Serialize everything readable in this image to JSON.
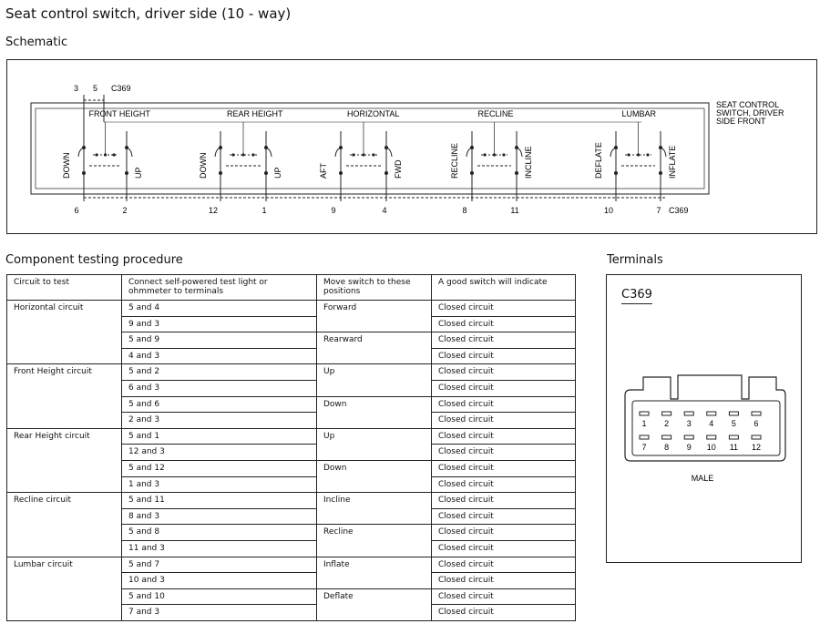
{
  "title": "Seat control switch, driver side (10 - way)",
  "schematic": {
    "heading": "Schematic",
    "connector_label": "C369",
    "top_pins": [
      "3",
      "5"
    ],
    "side_label": [
      "SEAT CONTROL",
      "SWITCH, DRIVER",
      "SIDE FRONT"
    ],
    "groups": [
      {
        "name": "FRONT HEIGHT",
        "left": "DOWN",
        "right": "UP",
        "pins": [
          "6",
          "2"
        ]
      },
      {
        "name": "REAR HEIGHT",
        "left": "DOWN",
        "right": "UP",
        "pins": [
          "12",
          "1"
        ]
      },
      {
        "name": "HORIZONTAL",
        "left": "AFT",
        "right": "FWD",
        "pins": [
          "9",
          "4"
        ]
      },
      {
        "name": "RECLINE",
        "left": "RECLINE",
        "right": "INCLINE",
        "pins": [
          "8",
          "11"
        ]
      },
      {
        "name": "LUMBAR",
        "left": "DEFLATE",
        "right": "INFLATE",
        "pins": [
          "10",
          "7"
        ]
      }
    ]
  },
  "procedure": {
    "heading": "Component testing procedure",
    "headers": [
      "Circuit to test",
      "Connect self-powered test light or ohmmeter to terminals",
      "Move switch to these positions",
      "A good switch will indicate"
    ],
    "circuits": [
      {
        "name": "Horizontal circuit",
        "positions": [
          {
            "pos": "Forward",
            "rows": [
              [
                "5 and 4",
                "Closed circuit"
              ],
              [
                "9 and 3",
                "Closed circuit"
              ]
            ]
          },
          {
            "pos": "Rearward",
            "rows": [
              [
                "5 and 9",
                "Closed circuit"
              ],
              [
                "4 and 3",
                "Closed circuit"
              ]
            ]
          }
        ]
      },
      {
        "name": "Front Height circuit",
        "positions": [
          {
            "pos": "Up",
            "rows": [
              [
                "5 and 2",
                "Closed circuit"
              ],
              [
                "6 and 3",
                "Closed circuit"
              ]
            ]
          },
          {
            "pos": "Down",
            "rows": [
              [
                "5 and 6",
                "Closed circuit"
              ],
              [
                "2 and 3",
                "Closed circuit"
              ]
            ]
          }
        ]
      },
      {
        "name": "Rear Height circuit",
        "positions": [
          {
            "pos": "Up",
            "rows": [
              [
                "5 and 1",
                "Closed circuit"
              ],
              [
                "12 and 3",
                "Closed circuit"
              ]
            ]
          },
          {
            "pos": "Down",
            "rows": [
              [
                "5 and 12",
                "Closed circuit"
              ],
              [
                "1 and 3",
                "Closed circuit"
              ]
            ]
          }
        ]
      },
      {
        "name": "Recline circuit",
        "positions": [
          {
            "pos": "Incline",
            "rows": [
              [
                "5 and 11",
                "Closed circuit"
              ],
              [
                "8 and 3",
                "Closed circuit"
              ]
            ]
          },
          {
            "pos": "Recline",
            "rows": [
              [
                "5 and 8",
                "Closed circuit"
              ],
              [
                "11 and 3",
                "Closed circuit"
              ]
            ]
          }
        ]
      },
      {
        "name": "Lumbar circuit",
        "positions": [
          {
            "pos": "Inflate",
            "rows": [
              [
                "5 and 7",
                "Closed circuit"
              ],
              [
                "10 and 3",
                "Closed circuit"
              ]
            ]
          },
          {
            "pos": "Deflate",
            "rows": [
              [
                "5 and 10",
                "Closed circuit"
              ],
              [
                "7 and 3",
                "Closed circuit"
              ]
            ]
          }
        ]
      }
    ]
  },
  "terminals": {
    "heading": "Terminals",
    "connector": "C369",
    "top_row": [
      "1",
      "2",
      "3",
      "4",
      "5",
      "6"
    ],
    "bottom_row": [
      "7",
      "8",
      "9",
      "10",
      "11",
      "12"
    ],
    "gender": "MALE"
  }
}
